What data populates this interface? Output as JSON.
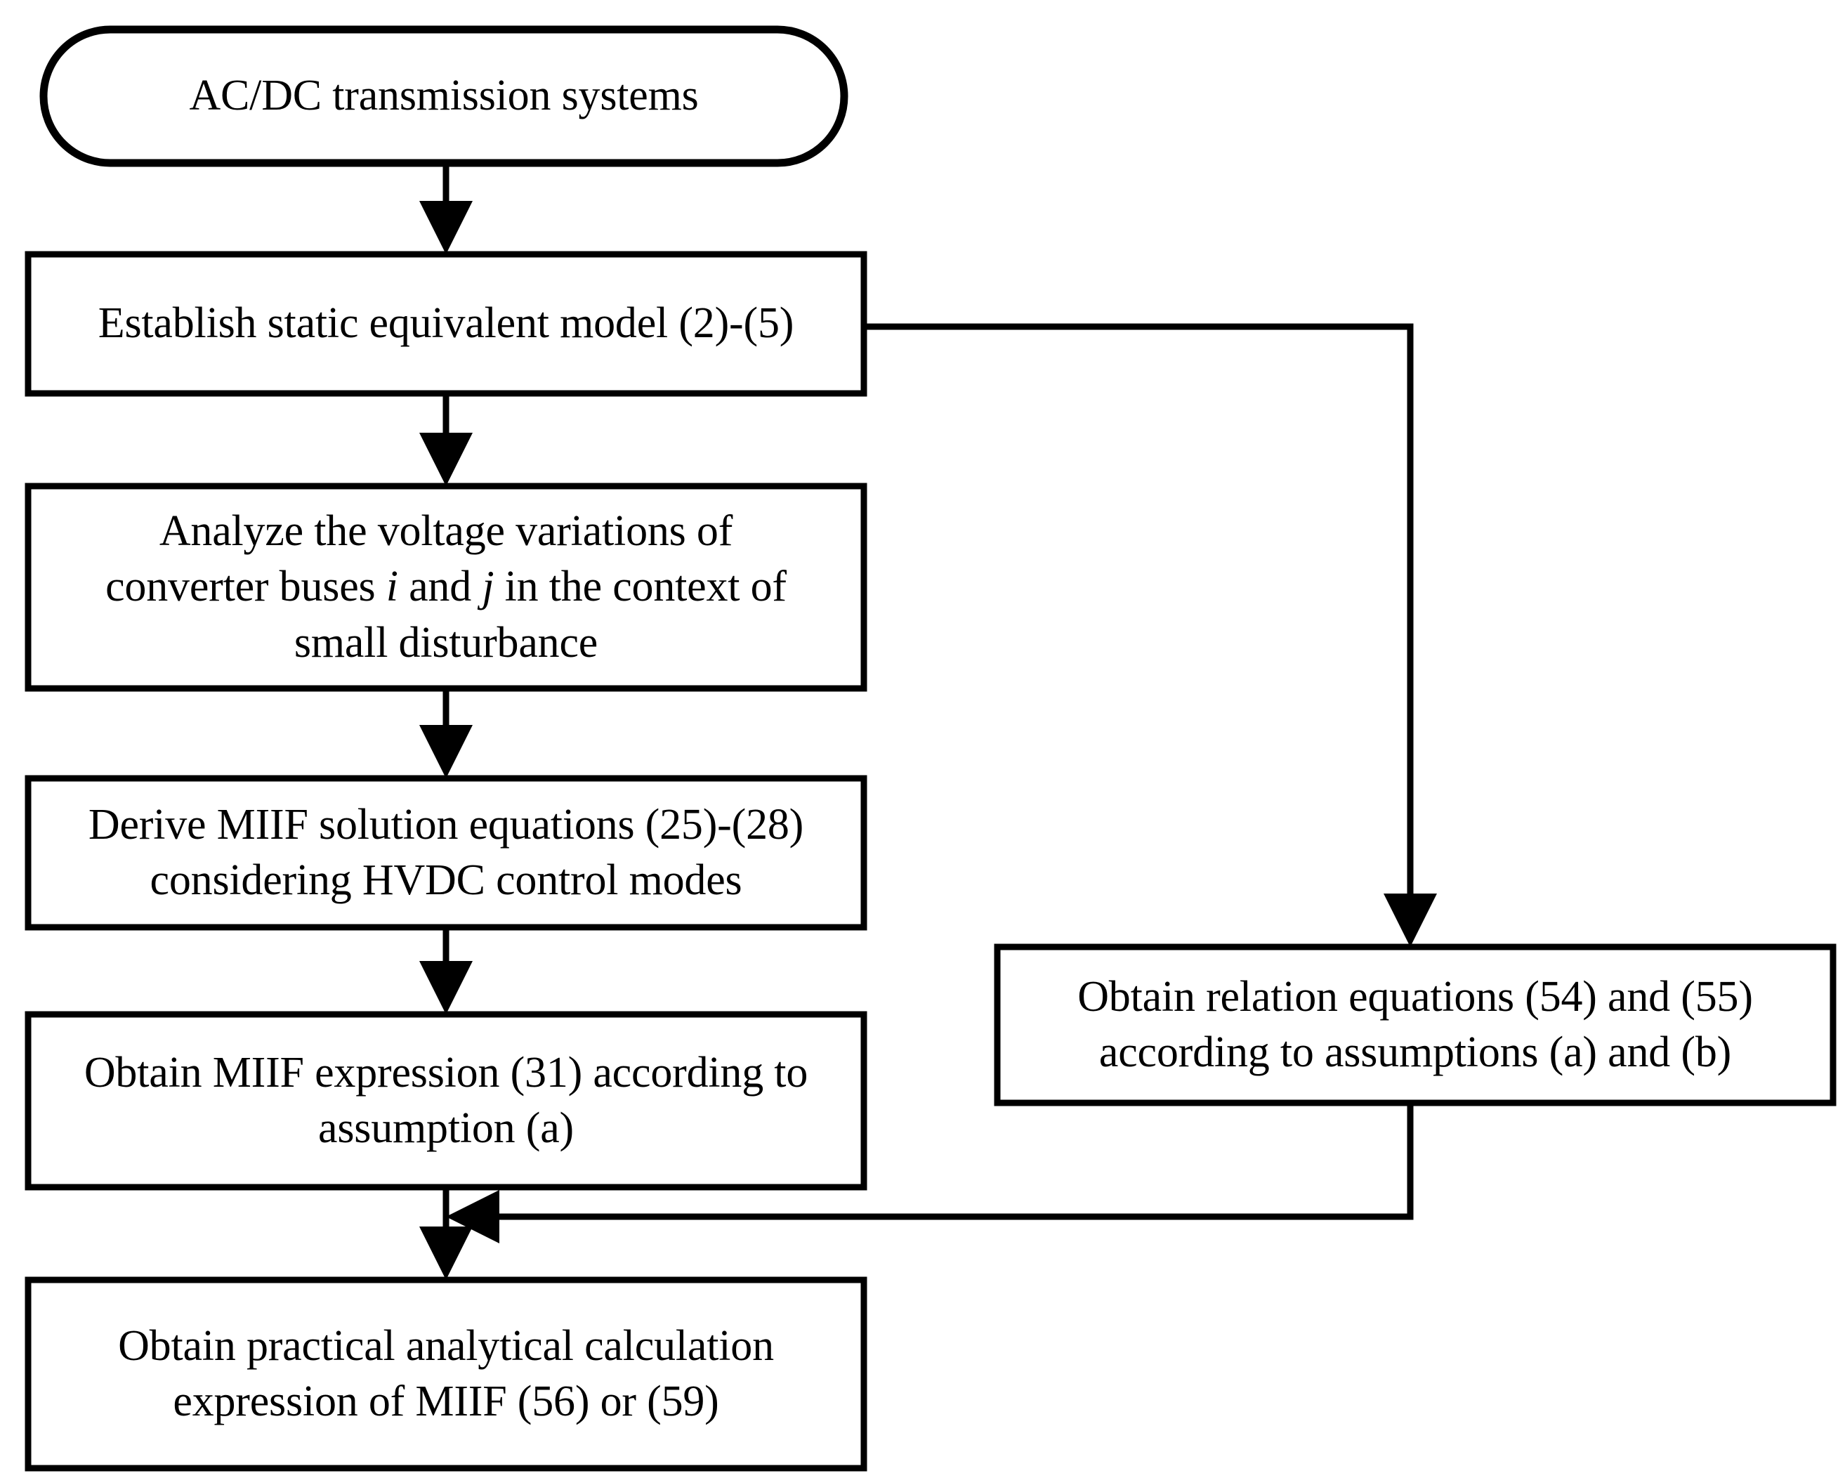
{
  "diagram": {
    "title": "MIIF derivation flowchart",
    "background_color": "#ffffff",
    "stroke_color": "#000000",
    "text_color": "#000000"
  },
  "nodes": {
    "start": {
      "shape": "terminal",
      "label": "AC/DC transmission systems"
    },
    "step1": {
      "shape": "process",
      "label": "Establish static equivalent model (2)-(5)"
    },
    "step2": {
      "shape": "process",
      "line1": "Analyze the voltage variations of",
      "line2_a": "converter buses ",
      "line2_i": "i",
      "line2_b": " and ",
      "line2_j": "j",
      "line2_c": " in the context of",
      "line3": "small disturbance"
    },
    "step3": {
      "shape": "process",
      "line1": "Derive MIIF solution equations (25)-(28)",
      "line2": "considering HVDC control modes"
    },
    "step4": {
      "shape": "process",
      "line1": "Obtain MIIF expression (31) according to",
      "line2": "assumption (a)"
    },
    "step5": {
      "shape": "process",
      "line1": "Obtain practical analytical calculation",
      "line2": "expression of MIIF (56) or (59)"
    },
    "side1": {
      "shape": "process",
      "line1": "Obtain relation equations (54) and (55)",
      "line2": "according to assumptions (a) and (b)"
    }
  },
  "edges": [
    {
      "id": "e-start-step1",
      "from": "start",
      "to": "step1",
      "kind": "vertical-arrow"
    },
    {
      "id": "e-step1-step2",
      "from": "step1",
      "to": "step2",
      "kind": "vertical-arrow"
    },
    {
      "id": "e-step2-step3",
      "from": "step2",
      "to": "step3",
      "kind": "vertical-arrow"
    },
    {
      "id": "e-step3-step4",
      "from": "step3",
      "to": "step4",
      "kind": "vertical-arrow"
    },
    {
      "id": "e-step4-step5",
      "from": "step4",
      "to": "step5",
      "kind": "vertical-arrow"
    },
    {
      "id": "e-step1-side1",
      "from": "step1",
      "to": "side1",
      "kind": "right-then-down-arrow"
    },
    {
      "id": "e-side1-merge",
      "from": "side1",
      "to": "e-step4-step5",
      "kind": "down-then-left-arrow"
    }
  ]
}
